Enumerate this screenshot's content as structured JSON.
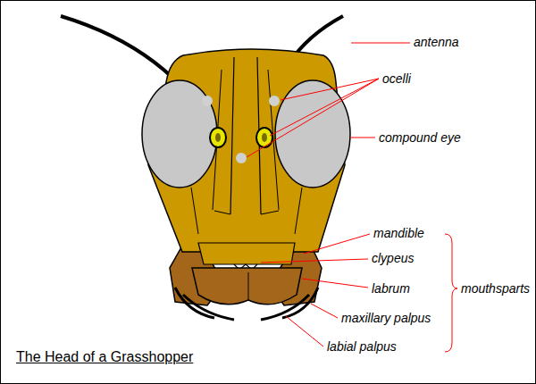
{
  "diagram": {
    "title": "The Head of a Grasshopper",
    "labels": [
      "antenna",
      "ocelli",
      "compound eye",
      "mandible",
      "clypeus",
      "labrum",
      "mouthsparts",
      "maxillary palpus",
      "labial palpus"
    ]
  }
}
